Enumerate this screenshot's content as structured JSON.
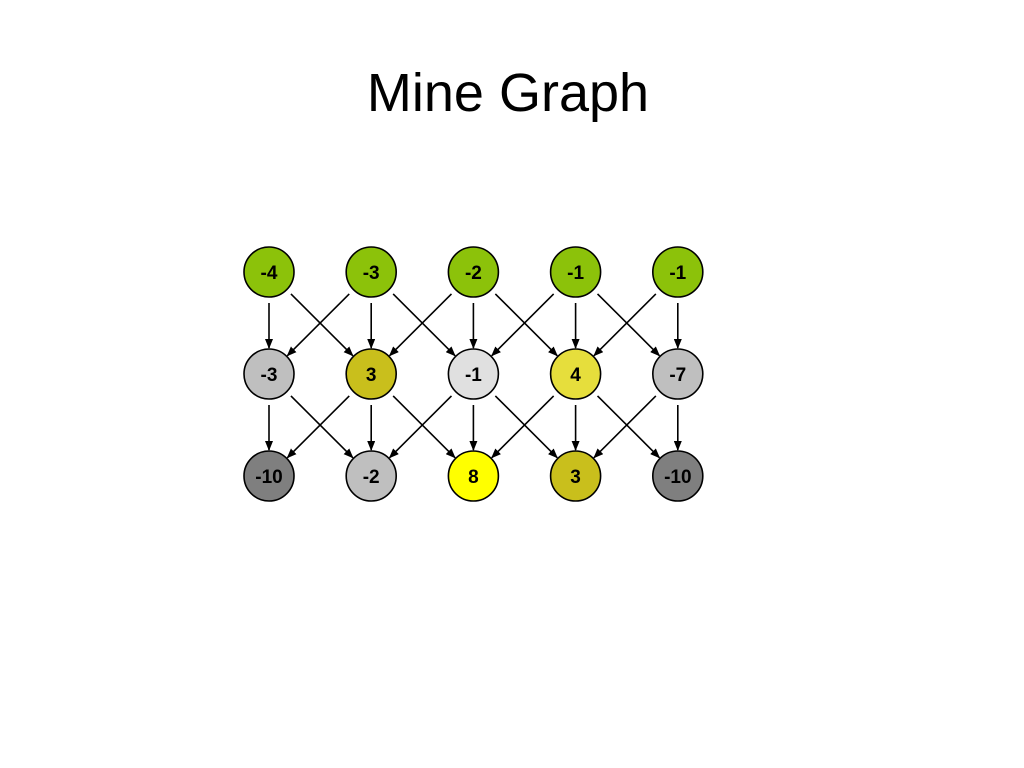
{
  "title": "Mine Graph",
  "colors": {
    "edge": "#000000",
    "node_stroke": "#000000",
    "label": "#000000"
  },
  "graph": {
    "rows": [
      {
        "nodes": [
          {
            "value": "-4",
            "fill": "#8CC20A"
          },
          {
            "value": "-3",
            "fill": "#8CC20A"
          },
          {
            "value": "-2",
            "fill": "#8CC20A"
          },
          {
            "value": "-1",
            "fill": "#8CC20A"
          },
          {
            "value": "-1",
            "fill": "#8CC20A"
          }
        ]
      },
      {
        "nodes": [
          {
            "value": "-3",
            "fill": "#BFBFBF"
          },
          {
            "value": "3",
            "fill": "#C9BF1C"
          },
          {
            "value": "-1",
            "fill": "#E0E0E0"
          },
          {
            "value": "4",
            "fill": "#E6DE3C"
          },
          {
            "value": "-7",
            "fill": "#BFBFBF"
          }
        ]
      },
      {
        "nodes": [
          {
            "value": "-10",
            "fill": "#7F7F7F"
          },
          {
            "value": "-2",
            "fill": "#BFBFBF"
          },
          {
            "value": "8",
            "fill": "#FFFF00"
          },
          {
            "value": "3",
            "fill": "#C9BF1C"
          },
          {
            "value": "-10",
            "fill": "#7F7F7F"
          }
        ]
      }
    ],
    "edge_offsets": [
      -1,
      0,
      1
    ]
  }
}
